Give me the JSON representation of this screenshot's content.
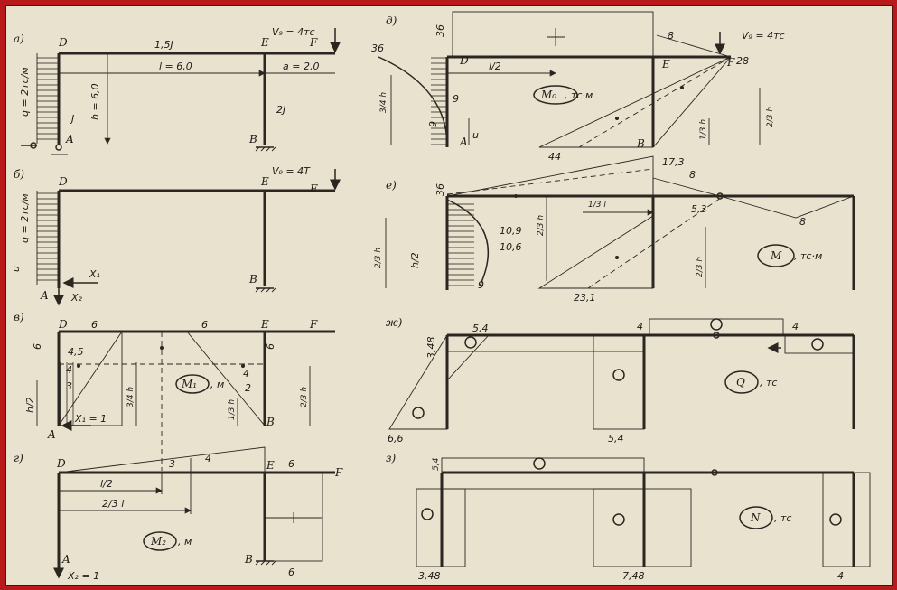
{
  "colors": {
    "border": "#b81a1c",
    "paper": "#e8e2cf",
    "ink": "#2b2620"
  },
  "panel_a": {
    "tag": "а)",
    "D": "D",
    "E": "E",
    "F": "F",
    "A": "A",
    "B": "B",
    "beam_stiffness": "1,5J",
    "load": "V₉ = 4тс",
    "span": "l = 6,0",
    "overhang": "a = 2,0",
    "height": "h = 6,0",
    "q": "q = 2тс/м",
    "col_left": "J",
    "col_right": "2J"
  },
  "panel_b": {
    "tag": "б)",
    "D": "D",
    "E": "E",
    "F": "F",
    "A": "A",
    "B": "B",
    "load": "V₉ = 4Т",
    "q": "q = 2тс/м",
    "x1": "X₁",
    "x2": "X₂",
    "u": "u"
  },
  "panel_v": {
    "tag": "в)",
    "D": "D",
    "E": "E",
    "F": "F",
    "A": "A",
    "B": "B",
    "v6a": "6",
    "v6b": "6",
    "v6c": "6",
    "v6d": "6",
    "v45": "4,5",
    "v4a": "4",
    "v4b": "4",
    "v3a": "3",
    "v2": "2",
    "h2": "h/2",
    "h34": "3/4 h",
    "h23": "2/3 h",
    "h13": "1/3 h",
    "x1": "X₁ = 1",
    "diagram": "M₁",
    "unit": ", м"
  },
  "panel_g": {
    "tag": "г)",
    "D": "D",
    "E": "E",
    "F": "F",
    "A": "A",
    "B": "B",
    "v3": "3",
    "v4": "4",
    "v6a": "6",
    "v6b": "6",
    "l2": "l/2",
    "l23": "2/3 l",
    "x2": "X₂ = 1",
    "diagram": "M₂",
    "unit": ", м"
  },
  "panel_d": {
    "tag": "д)",
    "D": "D",
    "E": "E",
    "F": "F",
    "A": "A",
    "B": "B",
    "v36a": "36",
    "v36b": "36",
    "v9a": "9",
    "v9b": "9",
    "v44": "44",
    "v28": "28",
    "v8": "8",
    "l2": "l/2",
    "h34": "3/4 h",
    "h23": "2/3 h",
    "h13": "1/3 h",
    "u": "u",
    "load": "V₉ = 4тс",
    "diagram": "M₀",
    "unit": ", тс·м"
  },
  "panel_e": {
    "tag": "е)",
    "v36": "36",
    "v173": "17,3",
    "v8a": "8",
    "v8b": "8",
    "v53": "5,3",
    "v109": "10,9",
    "v106": "10,6",
    "v9": "9",
    "v231": "23,1",
    "l13": "1/3 l",
    "h23a": "2/3 h",
    "h23b": "2/3 h",
    "h2": "h/2",
    "h23c": "2/3 h",
    "diagram": "M",
    "unit": ", тс·м"
  },
  "panel_zh": {
    "tag": "ж)",
    "v54a": "5,4",
    "v348": "3,48",
    "v4a": "4",
    "v4b": "4",
    "v66": "6,6",
    "v54b": "5,4",
    "diagram": "Q",
    "unit": ", тс"
  },
  "panel_z": {
    "tag": "з)",
    "v54": "5,4",
    "v348": "3,48",
    "v748": "7,48",
    "v4": "4",
    "diagram": "N",
    "unit": ", тс"
  }
}
